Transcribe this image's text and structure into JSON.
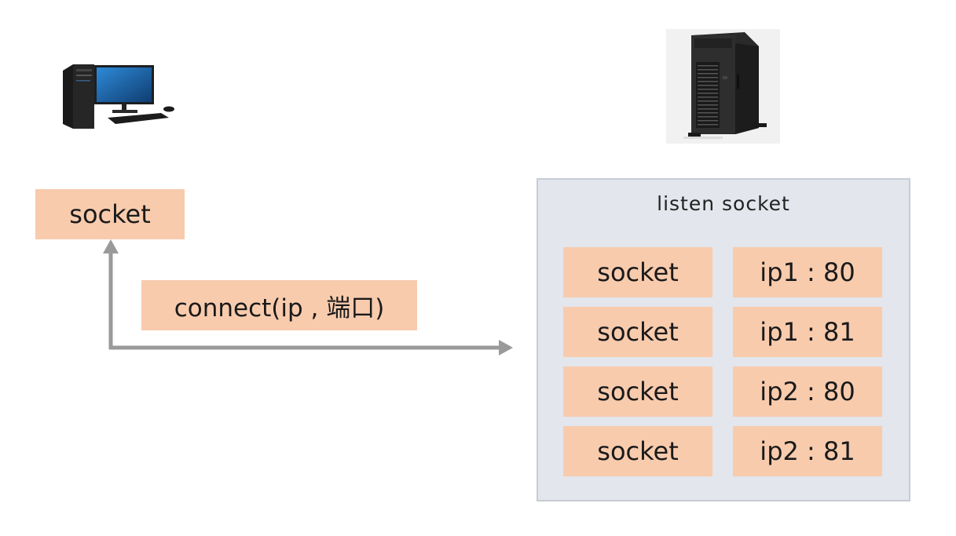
{
  "client": {
    "icon": "desktop-computer-icon",
    "socket_label": "socket"
  },
  "server": {
    "icon": "tower-server-icon",
    "listen_title": "listen socket",
    "rows": [
      {
        "socket": "socket",
        "address": "ip1 : 80"
      },
      {
        "socket": "socket",
        "address": "ip1 : 81"
      },
      {
        "socket": "socket",
        "address": "ip2 : 80"
      },
      {
        "socket": "socket",
        "address": "ip2 : 81"
      }
    ]
  },
  "connection": {
    "label": "connect(ip , 端口)"
  },
  "colors": {
    "box_fill": "#f8cbad",
    "listen_fill": "#e3e6ec",
    "arrow": "#9a9a9a"
  }
}
